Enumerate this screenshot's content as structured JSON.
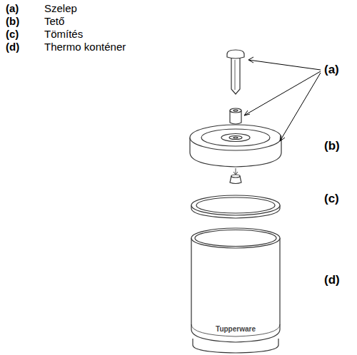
{
  "diagram": {
    "labels": [
      "(a)",
      "Szelep",
      "(b)",
      "Tető",
      "(c)",
      "Tömítés",
      "(d)",
      "Thermo konténer",
      "(a)",
      "(b)",
      "(c)",
      "(d)",
      "Tupperware"
    ]
  }
}
